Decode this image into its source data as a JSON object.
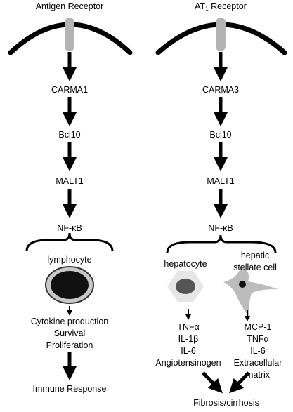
{
  "left": {
    "title": "Antigen Receptor",
    "steps": [
      "CARMA1",
      "Bcl10",
      "MALT1",
      "NF-κB"
    ],
    "cell_label": "lymphocyte",
    "outcomes": [
      "Cytokine production",
      "Survival",
      "Proliferation"
    ],
    "final": "Immune Response"
  },
  "right": {
    "title_main": "AT",
    "title_sub": "1",
    "title_rest": " Receptor",
    "steps": [
      "CARMA3",
      "Bcl10",
      "MALT1",
      "NF-κB"
    ],
    "hepatocyte": {
      "label": "hepatocyte",
      "outputs": [
        "TNFα",
        "IL-1β",
        "IL-6",
        "Angiotensinogen"
      ]
    },
    "stellate": {
      "label_lines": [
        "hepatic",
        "stellate cell"
      ],
      "outputs": [
        "MCP-1",
        "TNFα",
        "IL-6",
        "Extracellular",
        "matrix"
      ]
    },
    "final": "Fibrosis/cirrhosis"
  },
  "colors": {
    "receptor": "#b3b3b3",
    "cell_fill": "#c8c8c8",
    "nucleus": "#555555",
    "ink": "#000000"
  }
}
